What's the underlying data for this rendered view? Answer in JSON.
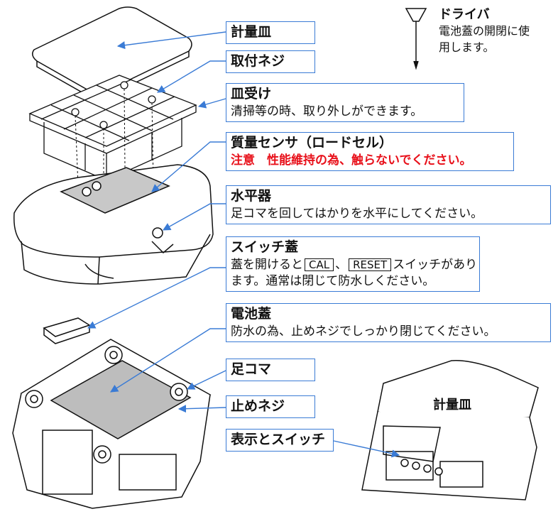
{
  "labels": {
    "pan": {
      "head": "計量皿"
    },
    "screw": {
      "head": "取付ネジ"
    },
    "pan_support": {
      "head": "皿受け",
      "desc": "清掃等の時、取り外しができます。"
    },
    "sensor": {
      "head": "質量センサ（ロードセル）",
      "warning": "注意　性能維持の為、触らないでください。"
    },
    "level": {
      "head": "水平器",
      "desc": "足コマを回してはかりを水平にしてください。"
    },
    "switch_cover": {
      "head": "スイッチ蓋",
      "desc_pre": "蓋を開けると",
      "key_cal": "CAL",
      "sep": "、",
      "key_reset": "RESET",
      "desc_post": "スイッチがあり",
      "desc2": "ます。通常は閉じて防水しください。"
    },
    "battery_cover": {
      "head": "電池蓋",
      "desc": "防水の為、止めネジでしっかり閉じてください。"
    },
    "foot": {
      "head": "足コマ"
    },
    "stop_screw": {
      "head": "止めネジ"
    },
    "display": {
      "head": "表示とスイッチ"
    }
  },
  "driver": {
    "title": "ドライバ",
    "desc": "電池蓋の開閉に使用します。"
  },
  "front_view": {
    "pan_label": "計量皿"
  },
  "colors": {
    "accent": "#3a7bd5",
    "warning": "#e8101a",
    "sensor_plate": "#c8c8c8",
    "bottom_plate": "#bdbdbd"
  }
}
